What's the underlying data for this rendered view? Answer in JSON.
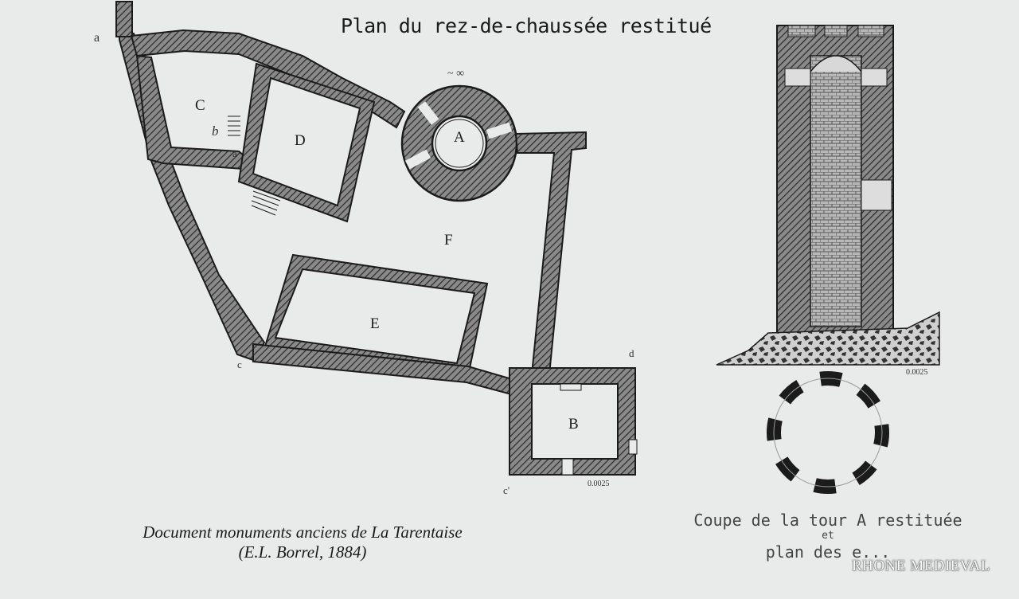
{
  "title": "Plan du rez-de-chaussée restitué",
  "caption": {
    "line1": "Document monuments anciens de La Tarentaise",
    "line2": "(E.L. Borrel, 1884)"
  },
  "section_caption": {
    "line1": "Coupe de la tour A restituée",
    "line2": "et",
    "line3": "plan des e..."
  },
  "watermark": "RHONE MEDIEVAL",
  "room_labels": {
    "A": "A",
    "B": "B",
    "C": "C",
    "D": "D",
    "E": "E",
    "F": "F"
  },
  "annotations": {
    "a_top": "a",
    "b_small": "b",
    "a_small": "a",
    "c_bottom": "c",
    "c_prime": "c'",
    "d_right": "d"
  },
  "scale_marks": {
    "plan": "0.0025",
    "tower": "0.0025"
  },
  "colors": {
    "background": "#e9eaea",
    "ink": "#1b1b1b",
    "wall_hatch": "#3a3a3a"
  }
}
